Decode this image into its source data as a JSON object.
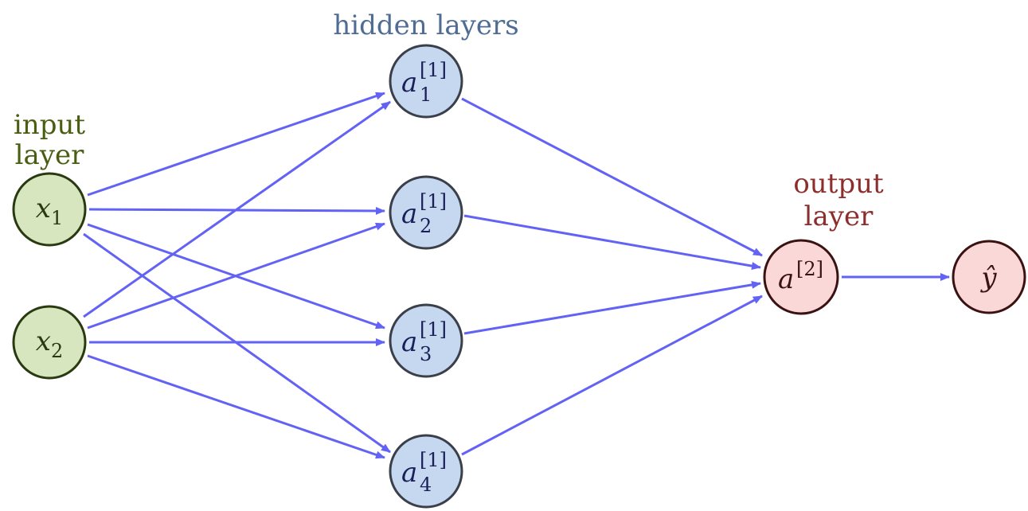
{
  "labels": {
    "input_line1": "input",
    "input_line2": "layer",
    "hidden": "hidden layers",
    "output_line1": "output",
    "output_line2": "layer"
  },
  "nodes": {
    "x1": {
      "base": "x",
      "sub": "1"
    },
    "x2": {
      "base": "x",
      "sub": "2"
    },
    "a1": {
      "base": "a",
      "sup": "[1]",
      "sub": "1"
    },
    "a2": {
      "base": "a",
      "sup": "[1]",
      "sub": "2"
    },
    "a3": {
      "base": "a",
      "sup": "[1]",
      "sub": "3"
    },
    "a4": {
      "base": "a",
      "sup": "[1]",
      "sub": "4"
    },
    "a_out": {
      "base": "a",
      "sup": "[2]"
    },
    "y_hat": {
      "base": "ŷ"
    }
  },
  "colors": {
    "edge": "#6262f5",
    "input_fill": "#d8e6c0",
    "input_stroke": "#2a3a10",
    "input_text": "#2a3a10",
    "input_label": "#4a5e12",
    "hidden_fill": "#c6d8f0",
    "hidden_stroke": "#3a3f4a",
    "hidden_text": "#1a1f5a",
    "hidden_label": "#4e6c94",
    "output_fill": "#fbd8d8",
    "output_stroke": "#3a1212",
    "output_text": "#3a1212",
    "output_label": "#8c2e2e"
  }
}
